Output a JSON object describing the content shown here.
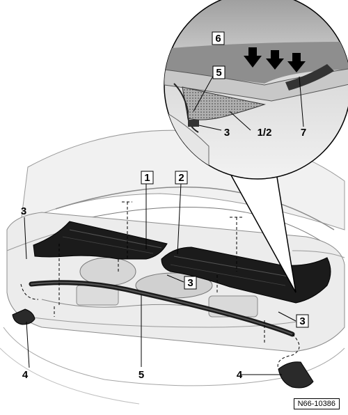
{
  "labels": {
    "l1": "1",
    "l2": "2",
    "l3a": "3",
    "l3b": "3",
    "l3c": "3",
    "l3d": "3",
    "l4a": "4",
    "l4b": "4",
    "l5a": "5",
    "l5b": "5",
    "l6": "6",
    "l7": "7",
    "l12": "1/2"
  },
  "reference": "N66-10386"
}
